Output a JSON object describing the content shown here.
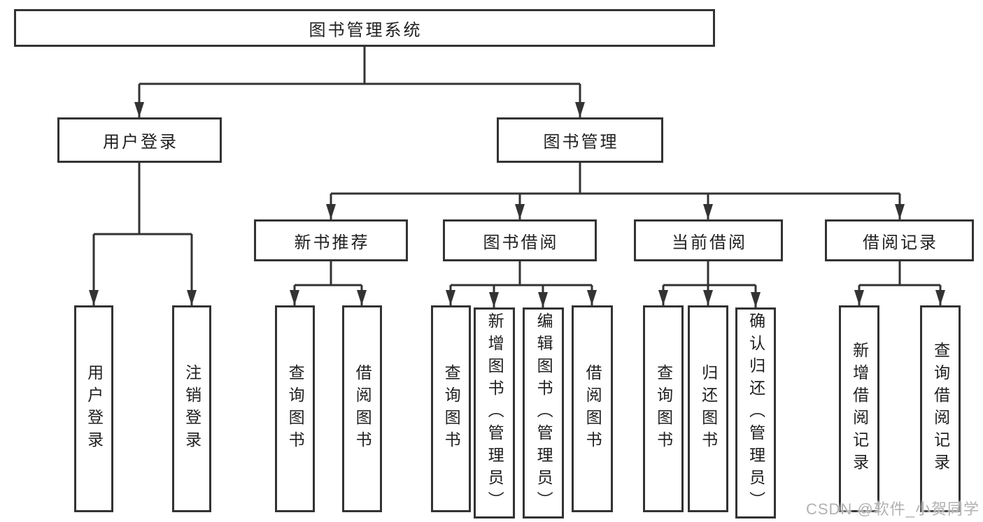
{
  "tree": {
    "root": {
      "label": "图书管理系统",
      "children": [
        {
          "label": "用户登录",
          "children": [
            {
              "label": "用户登录"
            },
            {
              "label": "注销登录"
            }
          ]
        },
        {
          "label": "图书管理",
          "children": [
            {
              "label": "新书推荐",
              "children": [
                {
                  "label": "查询图书"
                },
                {
                  "label": "借阅图书"
                }
              ]
            },
            {
              "label": "图书借阅",
              "children": [
                {
                  "label": "查询图书"
                },
                {
                  "label": "新增图书（管理员）"
                },
                {
                  "label": "编辑图书（管理员）"
                },
                {
                  "label": "借阅图书"
                }
              ]
            },
            {
              "label": "当前借阅",
              "children": [
                {
                  "label": "查询图书"
                },
                {
                  "label": "归还图书"
                },
                {
                  "label": "确认归还（管理员）"
                }
              ]
            },
            {
              "label": "借阅记录",
              "children": [
                {
                  "label": "新增借阅记录"
                },
                {
                  "label": "查询借阅记录"
                }
              ]
            }
          ]
        }
      ]
    }
  },
  "watermark": {
    "text": "CSDN @软件_小贺同学"
  },
  "colors": {
    "line": "#333333",
    "box_border": "#333333",
    "text": "#1f1f1f",
    "watermark": "#b2b2b2",
    "background": "#ffffff"
  }
}
